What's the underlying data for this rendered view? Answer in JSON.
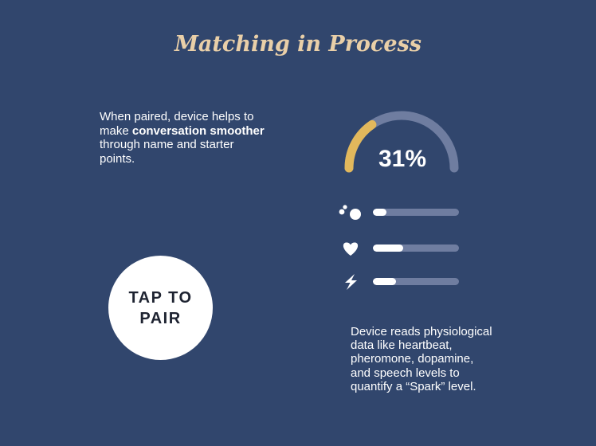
{
  "title": "Matching in Process",
  "intro": {
    "part1": "When paired, device helps to make ",
    "bold": "conversation smoother",
    "part2": " through name and starter points."
  },
  "pair_button": {
    "line1": "TAP TO",
    "line2": "PAIR"
  },
  "gauge": {
    "value_label": "31%",
    "fraction": 0.31,
    "color_fill": "#e2b85c",
    "color_track": "#6f7da0"
  },
  "metrics": [
    {
      "icon": "pheromone-dots-icon",
      "level": 0.16
    },
    {
      "icon": "heart-icon",
      "level": 0.35
    },
    {
      "icon": "lightning-icon",
      "level": 0.27
    }
  ],
  "description": "Device reads physiological data like heartbeat, pheromone, dopamine, and speech levels to quantify a “Spark” level.",
  "colors": {
    "background": "#31466d",
    "title": "#e9cfa8",
    "text": "#ffffff"
  }
}
